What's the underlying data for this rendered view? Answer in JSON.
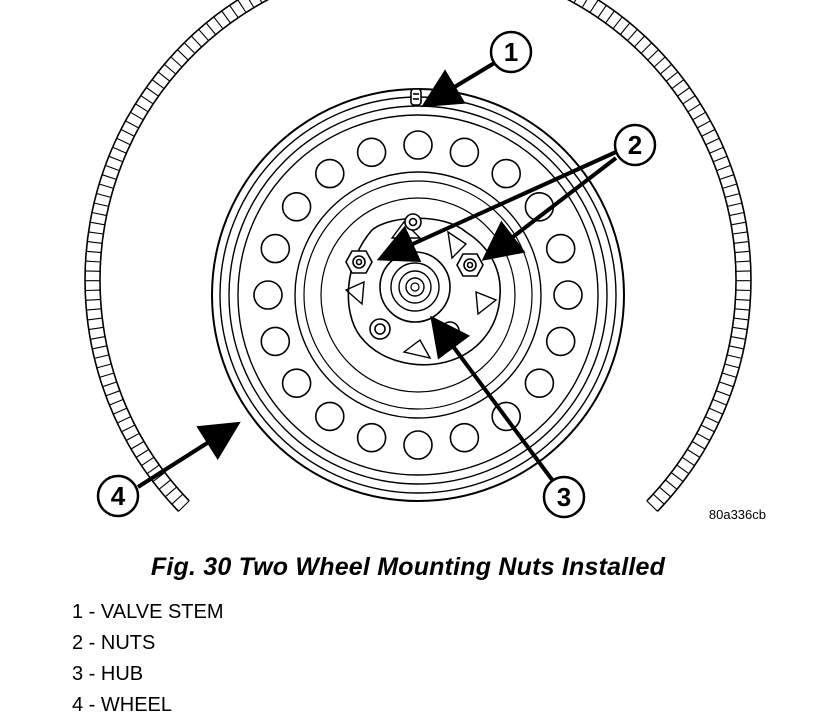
{
  "figure_id": "80a336cb",
  "caption": "Fig. 30 Two Wheel Mounting Nuts Installed",
  "callouts": [
    {
      "number": "1",
      "label": "VALVE STEM"
    },
    {
      "number": "2",
      "label": "NUTS"
    },
    {
      "number": "3",
      "label": "HUB"
    },
    {
      "number": "4",
      "label": "WHEEL"
    }
  ],
  "legend": [
    "1 - VALVE STEM",
    "2 - NUTS",
    "3 - HUB",
    "4 - WHEEL"
  ],
  "colors": {
    "line": "#000000",
    "background": "#ffffff"
  }
}
